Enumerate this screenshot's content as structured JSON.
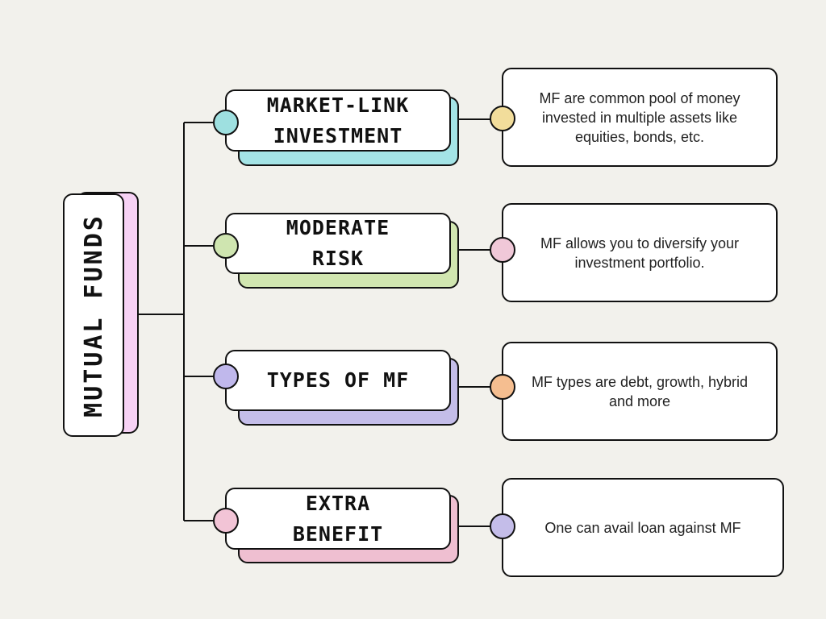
{
  "root": {
    "label": "MUTUAL FUNDS",
    "shadow_color": "#f7d2f5"
  },
  "topics": [
    {
      "label": "MARKET-LINK\nINVESTMENT",
      "shadow_color": "#a4e4e6",
      "dot_color": "#9ee0e0",
      "desc": "MF are common pool of money invested in multiple assets like equities, bonds, etc.",
      "desc_dot_color": "#f2dd9b"
    },
    {
      "label": "MODERATE\nRISK",
      "shadow_color": "#d1e6b0",
      "dot_color": "#cfe5b0",
      "desc": "MF allows you to diversify your investment portfolio.",
      "desc_dot_color": "#f0c8d8"
    },
    {
      "label": "TYPES OF MF",
      "shadow_color": "#c4bde9",
      "dot_color": "#c0b8ec",
      "desc": "MF types are debt, growth, hybrid and more",
      "desc_dot_color": "#f5be90"
    },
    {
      "label": "EXTRA\nBENEFIT",
      "shadow_color": "#efbfd1",
      "dot_color": "#f2c4d6",
      "desc": "One can avail loan against MF",
      "desc_dot_color": "#c4bde9"
    }
  ]
}
